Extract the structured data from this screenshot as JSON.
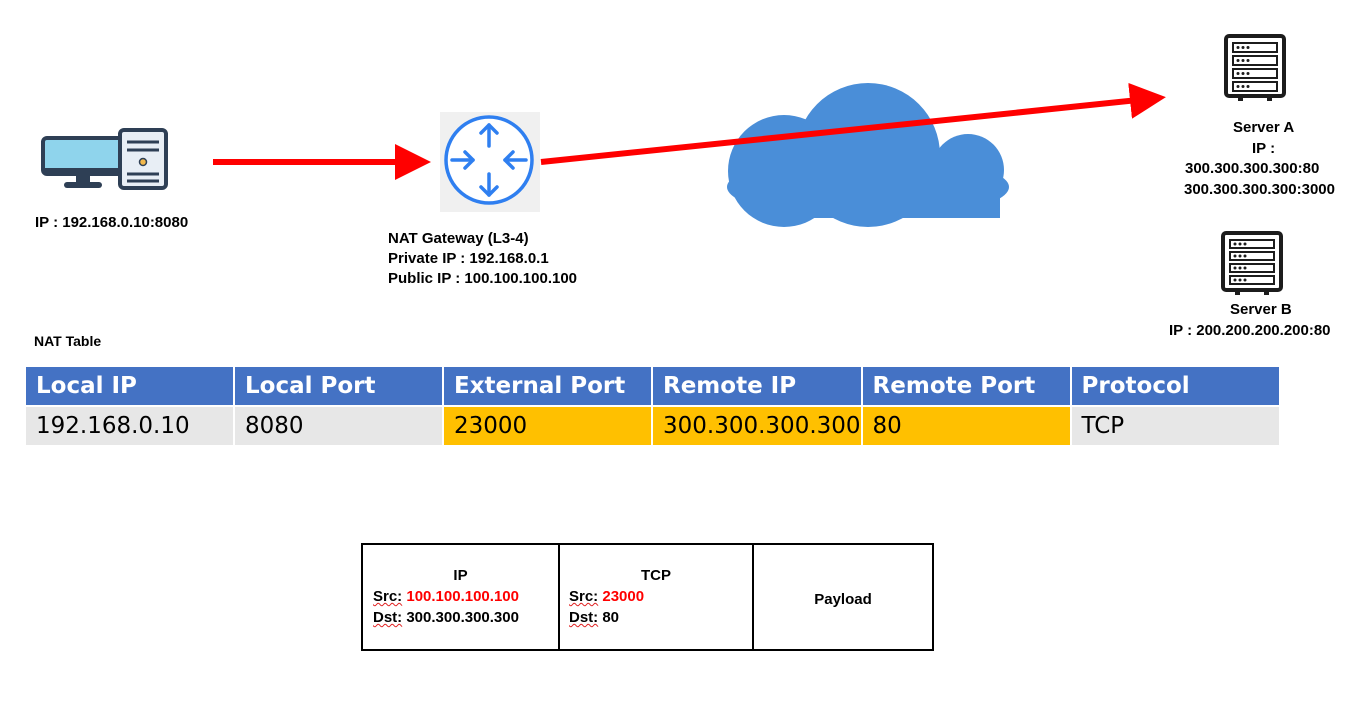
{
  "client": {
    "ip_label": "IP : 192.168.0.10:8080"
  },
  "gateway": {
    "name": "NAT Gateway (L3-4)",
    "private_ip": "Private IP : 192.168.0.1",
    "public_ip": "Public IP : 100.100.100.100"
  },
  "server_a": {
    "name": "Server A",
    "ip_label": "IP :",
    "addresses": [
      "300.300.300.300:80",
      "300.300.300.300:3000"
    ]
  },
  "server_b": {
    "name": "Server B",
    "ip_label": "IP : 200.200.200.200:80"
  },
  "nat_table": {
    "title": "NAT Table",
    "headers": [
      "Local IP",
      "Local Port",
      "External Port",
      "Remote IP",
      "Remote Port",
      "Protocol"
    ],
    "row": [
      "192.168.0.10",
      "8080",
      "23000",
      "300.300.300.300",
      "80",
      "TCP"
    ]
  },
  "packet": {
    "ip": {
      "title": "IP",
      "src_label": "Src:",
      "src_value": "100.100.100.100",
      "dst_label": "Dst:",
      "dst_value": "300.300.300.300"
    },
    "tcp": {
      "title": "TCP",
      "src_label": "Src:",
      "src_value": "23000",
      "dst_label": "Dst:",
      "dst_value": "80"
    },
    "payload": "Payload"
  },
  "colors": {
    "arrow": "#ff0000",
    "cloud": "#4a8ed8",
    "router": "#2f7ff0",
    "table_header": "#4472c4",
    "table_row": "#e7e7e7",
    "table_highlight": "#ffc000"
  }
}
